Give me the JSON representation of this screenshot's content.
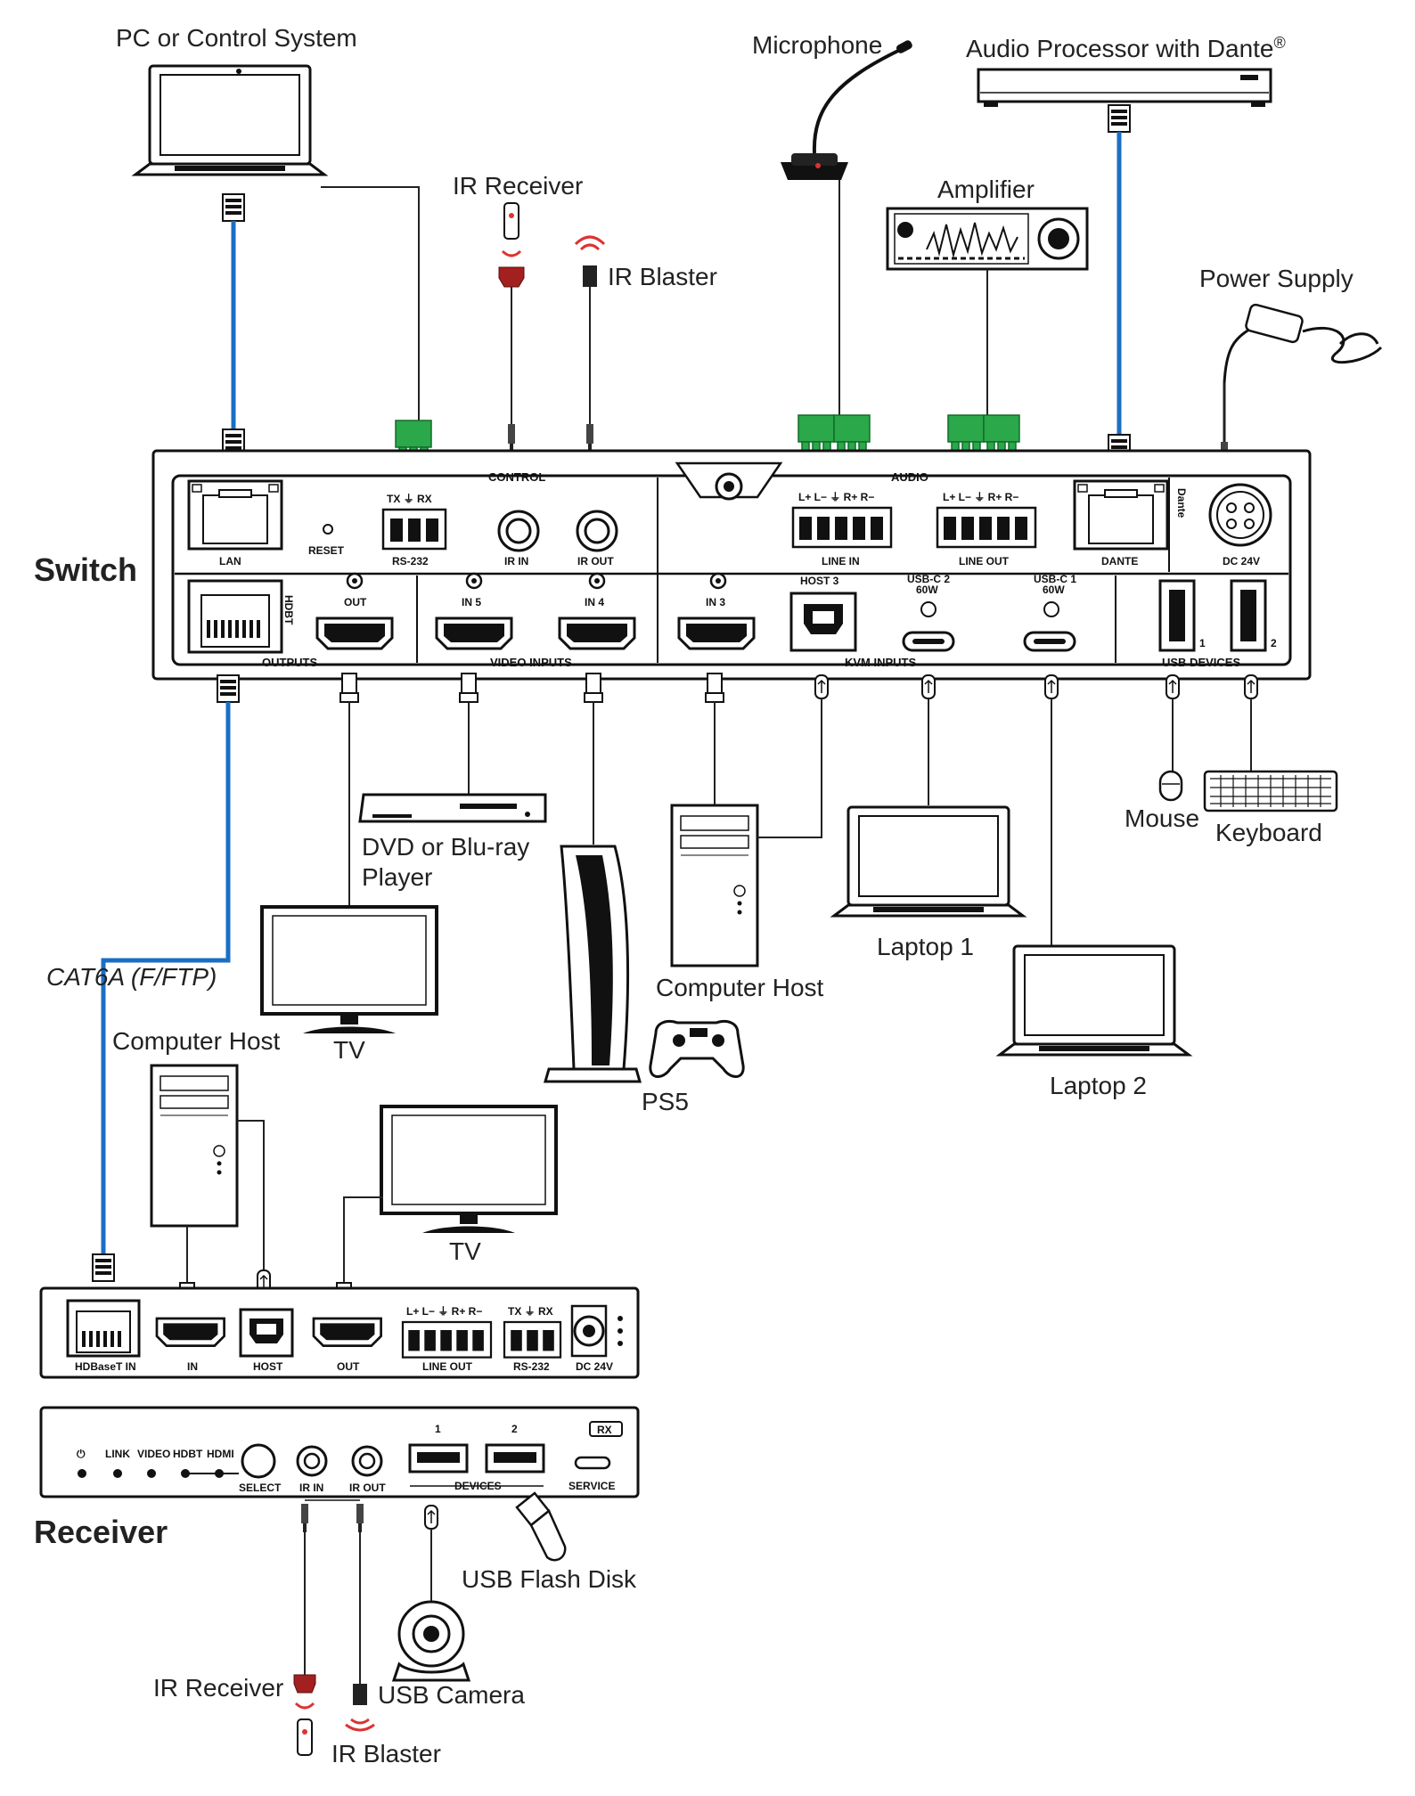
{
  "devices": {
    "pc": "PC or Control System",
    "microphone": "Microphone",
    "audio_processor": "Audio Processor with Dante",
    "audio_processor_mark": "®",
    "ir_receiver_top": "IR Receiver",
    "ir_blaster_top": "IR Blaster",
    "amplifier": "Amplifier",
    "power_supply": "Power Supply",
    "dvd_line1": "DVD or Blu-ray",
    "dvd_line2": "Player",
    "tv_top": "TV",
    "ps5": "PS5",
    "computer_host_top": "Computer Host",
    "laptop1": "Laptop 1",
    "laptop2": "Laptop 2",
    "mouse": "Mouse",
    "keyboard": "Keyboard",
    "cable": "CAT6A (F/FTP)",
    "computer_host_bottom": "Computer Host",
    "tv_bottom": "TV",
    "usb_flash": "USB Flash Disk",
    "usb_camera": "USB Camera",
    "ir_receiver_bottom": "IR Receiver",
    "ir_blaster_bottom": "IR Blaster"
  },
  "switch": {
    "title": "Switch",
    "sections": {
      "control": "CONTROL",
      "audio": "AUDIO",
      "outputs": "OUTPUTS",
      "video_inputs": "VIDEO INPUTS",
      "kvm_inputs": "KVM INPUTS",
      "usb_devices": "USB DEVICES"
    },
    "ports": {
      "lan": "LAN",
      "reset": "RESET",
      "rs232": "RS-232",
      "rs232_pins": "TX ⏚ RX",
      "ir_in": "IR IN",
      "ir_out": "IR OUT",
      "line_in": "LINE IN",
      "line_out": "LINE OUT",
      "audio_pins": "L+ L− ⏚ R+ R−",
      "dante": "DANTE",
      "dante_logo": "Dante",
      "dc": "DC 24V",
      "hdbt": "HDBT",
      "out": "OUT",
      "in5": "IN 5",
      "in4": "IN 4",
      "in3": "IN 3",
      "host3": "HOST 3",
      "usbc2": "USB-C 2",
      "usbc1": "USB-C 1",
      "watt": "60W",
      "usb1": "1",
      "usb2": "2"
    }
  },
  "receiver": {
    "title": "Receiver",
    "ports": {
      "hdbaset_in": "HDBaseT IN",
      "in": "IN",
      "host": "HOST",
      "out": "OUT",
      "line_out": "LINE OUT",
      "audio_pins": "L+ L− ⏚ R+ R−",
      "rs232": "RS-232",
      "rs232_pins": "TX ⏚ RX",
      "dc": "DC 24V",
      "power": "⏻",
      "link": "LINK",
      "video": "VIDEO",
      "hdbt": "HDBT",
      "hdmi": "HDMI",
      "select": "SELECT",
      "ir_in": "IR IN",
      "ir_out": "IR OUT",
      "usb1": "1",
      "usb2": "2",
      "devices": "DEVICES",
      "service": "SERVICE",
      "rx": "RX"
    }
  }
}
